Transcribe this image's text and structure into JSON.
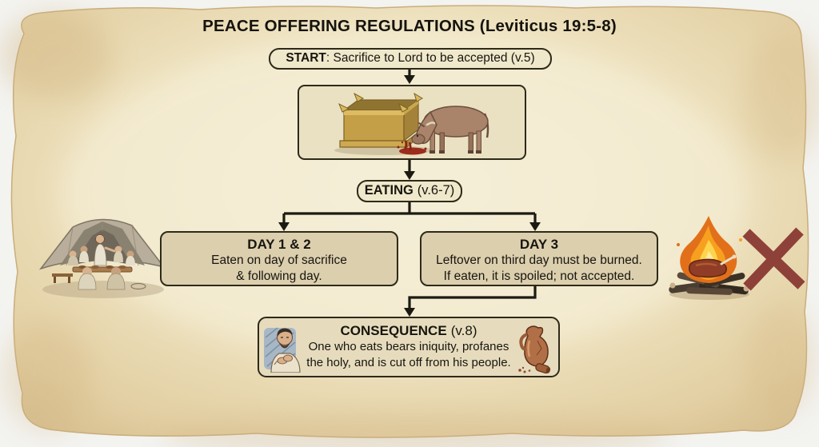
{
  "title": "PEACE OFFERING REGULATIONS (Leviticus 19:5-8)",
  "flow": {
    "start": {
      "label": "START",
      "text": ": Sacrifice to Lord to be accepted (v.5)"
    },
    "eating": {
      "label": "EATING",
      "ref": "(v.6-7)"
    },
    "day_1_2": {
      "heading": "DAY 1 & 2",
      "line1": "Eaten on day of sacrifice",
      "line2": "& following day."
    },
    "day_3": {
      "heading": "DAY 3",
      "line1": "Leftover on third day must be burned.",
      "line2": "If eaten, it is spoiled; not accepted."
    },
    "consequence": {
      "heading": "CONSEQUENCE",
      "ref": "(v.8)",
      "line1": "One who eats bears iniquity, profanes",
      "line2": "the holy, and is cut off from his people."
    }
  },
  "illustrations": {
    "left": "tent-feast-illustration",
    "center": "altar-bull-illustration",
    "right_fire": "burning-fire-illustration",
    "right_mark": "x-mark-icon",
    "consequence_left": "mourning-man-illustration",
    "consequence_right": "broken-jug-illustration"
  },
  "colors": {
    "parchment": "#eee3c0",
    "node_fill_light": "#f0e8cb",
    "node_fill_tan": "#dccfae",
    "node_border": "#2e2a19",
    "connector": "#1b1a12",
    "text": "#17150f",
    "x_mark": "#8e4138",
    "flame": "#f0891c",
    "blood": "#9c2c1c",
    "altar_gold": "#c49f47"
  }
}
